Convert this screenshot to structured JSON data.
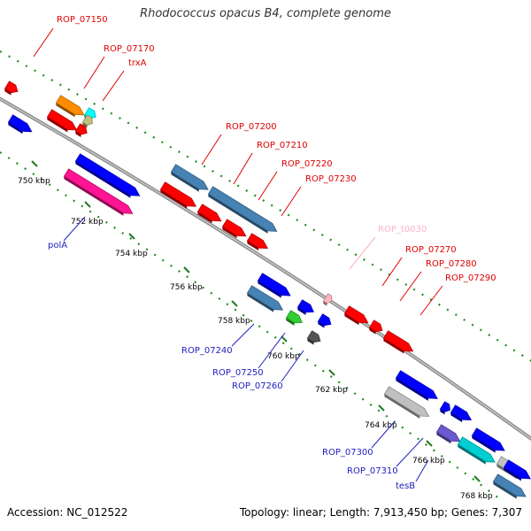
{
  "title": "Rhodococcus opacus B4, complete genome",
  "footer": {
    "accession": "Accession: NC_012522",
    "topology": "Topology: linear; Length: 7,913,450 bp; Genes: 7,307"
  },
  "colors": {
    "backbone": "#808080",
    "tick_green": "#228b22",
    "label_red": "#e00000",
    "label_blue": "#2020c0",
    "label_pink": "#ffb0c8"
  },
  "ticks": [
    {
      "label": "750 kbp"
    },
    {
      "label": "752 kbp"
    },
    {
      "label": "754 kbp"
    },
    {
      "label": "756 kbp"
    },
    {
      "label": "758 kbp"
    },
    {
      "label": "760 kbp"
    },
    {
      "label": "762 kbp"
    },
    {
      "label": "764 kbp"
    },
    {
      "label": "766 kbp"
    },
    {
      "label": "768 kbp"
    }
  ],
  "feature_labels": [
    {
      "text": "ROP_07150",
      "color": "#e00000"
    },
    {
      "text": "ROP_07170",
      "color": "#e00000"
    },
    {
      "text": "trxA",
      "color": "#e00000"
    },
    {
      "text": "ROP_07200",
      "color": "#e00000"
    },
    {
      "text": "ROP_07210",
      "color": "#e00000"
    },
    {
      "text": "ROP_07220",
      "color": "#e00000"
    },
    {
      "text": "ROP_07230",
      "color": "#e00000"
    },
    {
      "text": "ROP_t0030",
      "color": "#ffb0c8"
    },
    {
      "text": "ROP_07270",
      "color": "#e00000"
    },
    {
      "text": "ROP_07280",
      "color": "#e00000"
    },
    {
      "text": "ROP_07290",
      "color": "#e00000"
    },
    {
      "text": "polA",
      "color": "#2020c0"
    },
    {
      "text": "ROP_07240",
      "color": "#2020c0"
    },
    {
      "text": "ROP_07250",
      "color": "#2020c0"
    },
    {
      "text": "ROP_07260",
      "color": "#2020c0"
    },
    {
      "text": "ROP_07300",
      "color": "#2020c0"
    },
    {
      "text": "ROP_07310",
      "color": "#2020c0"
    },
    {
      "text": "tesB",
      "color": "#2020c0"
    }
  ],
  "features": [
    {
      "name": "gene-fwd-a",
      "color": "#ff0000"
    },
    {
      "name": "gene-07170",
      "color": "#ff8c00"
    },
    {
      "name": "gene-trxA",
      "color": "#00ffff"
    },
    {
      "name": "gene-fwd-small",
      "color": "#c0c080"
    },
    {
      "name": "gene-fwd-b",
      "color": "#ff0000"
    },
    {
      "name": "gene-fwd-c",
      "color": "#ff0000"
    },
    {
      "name": "gene-rev-a",
      "color": "#0000ff"
    },
    {
      "name": "gene-rev-b",
      "color": "#0000ff"
    },
    {
      "name": "gene-polA",
      "color": "#ff1493"
    },
    {
      "name": "gene-07200",
      "color": "#4682b4"
    },
    {
      "name": "gene-07210",
      "color": "#4682b4"
    },
    {
      "name": "gene-07220-a",
      "color": "#ff0000"
    },
    {
      "name": "gene-07220-b",
      "color": "#ff0000"
    },
    {
      "name": "gene-07220-c",
      "color": "#ff0000"
    },
    {
      "name": "gene-07230",
      "color": "#ff0000"
    },
    {
      "name": "gene-07240-a",
      "color": "#0000ff"
    },
    {
      "name": "gene-07240-b",
      "color": "#4682b4"
    },
    {
      "name": "gene-07250-a",
      "color": "#0000ff"
    },
    {
      "name": "gene-07250-b",
      "color": "#32cd32"
    },
    {
      "name": "gene-07260-a",
      "color": "#0000ff"
    },
    {
      "name": "gene-07260-b",
      "color": "#555555"
    },
    {
      "name": "gene-t0030",
      "color": "#ffb6c1"
    },
    {
      "name": "gene-07270",
      "color": "#ff0000"
    },
    {
      "name": "gene-07280",
      "color": "#ff0000"
    },
    {
      "name": "gene-07290",
      "color": "#ff0000"
    },
    {
      "name": "gene-07300-a",
      "color": "#0000ff"
    },
    {
      "name": "gene-07300-b",
      "color": "#c0c0c0"
    },
    {
      "name": "gene-07300-c",
      "color": "#0000ff"
    },
    {
      "name": "gene-07310-a",
      "color": "#0000ff"
    },
    {
      "name": "gene-07310-b",
      "color": "#0000ff"
    },
    {
      "name": "gene-tesB-a",
      "color": "#6a5acd"
    },
    {
      "name": "gene-tesB-b",
      "color": "#00ced1"
    },
    {
      "name": "gene-tesB-c",
      "color": "#c0c0c0"
    },
    {
      "name": "gene-tesB-d",
      "color": "#0000ff"
    },
    {
      "name": "gene-tesB-e",
      "color": "#4682b4"
    }
  ]
}
